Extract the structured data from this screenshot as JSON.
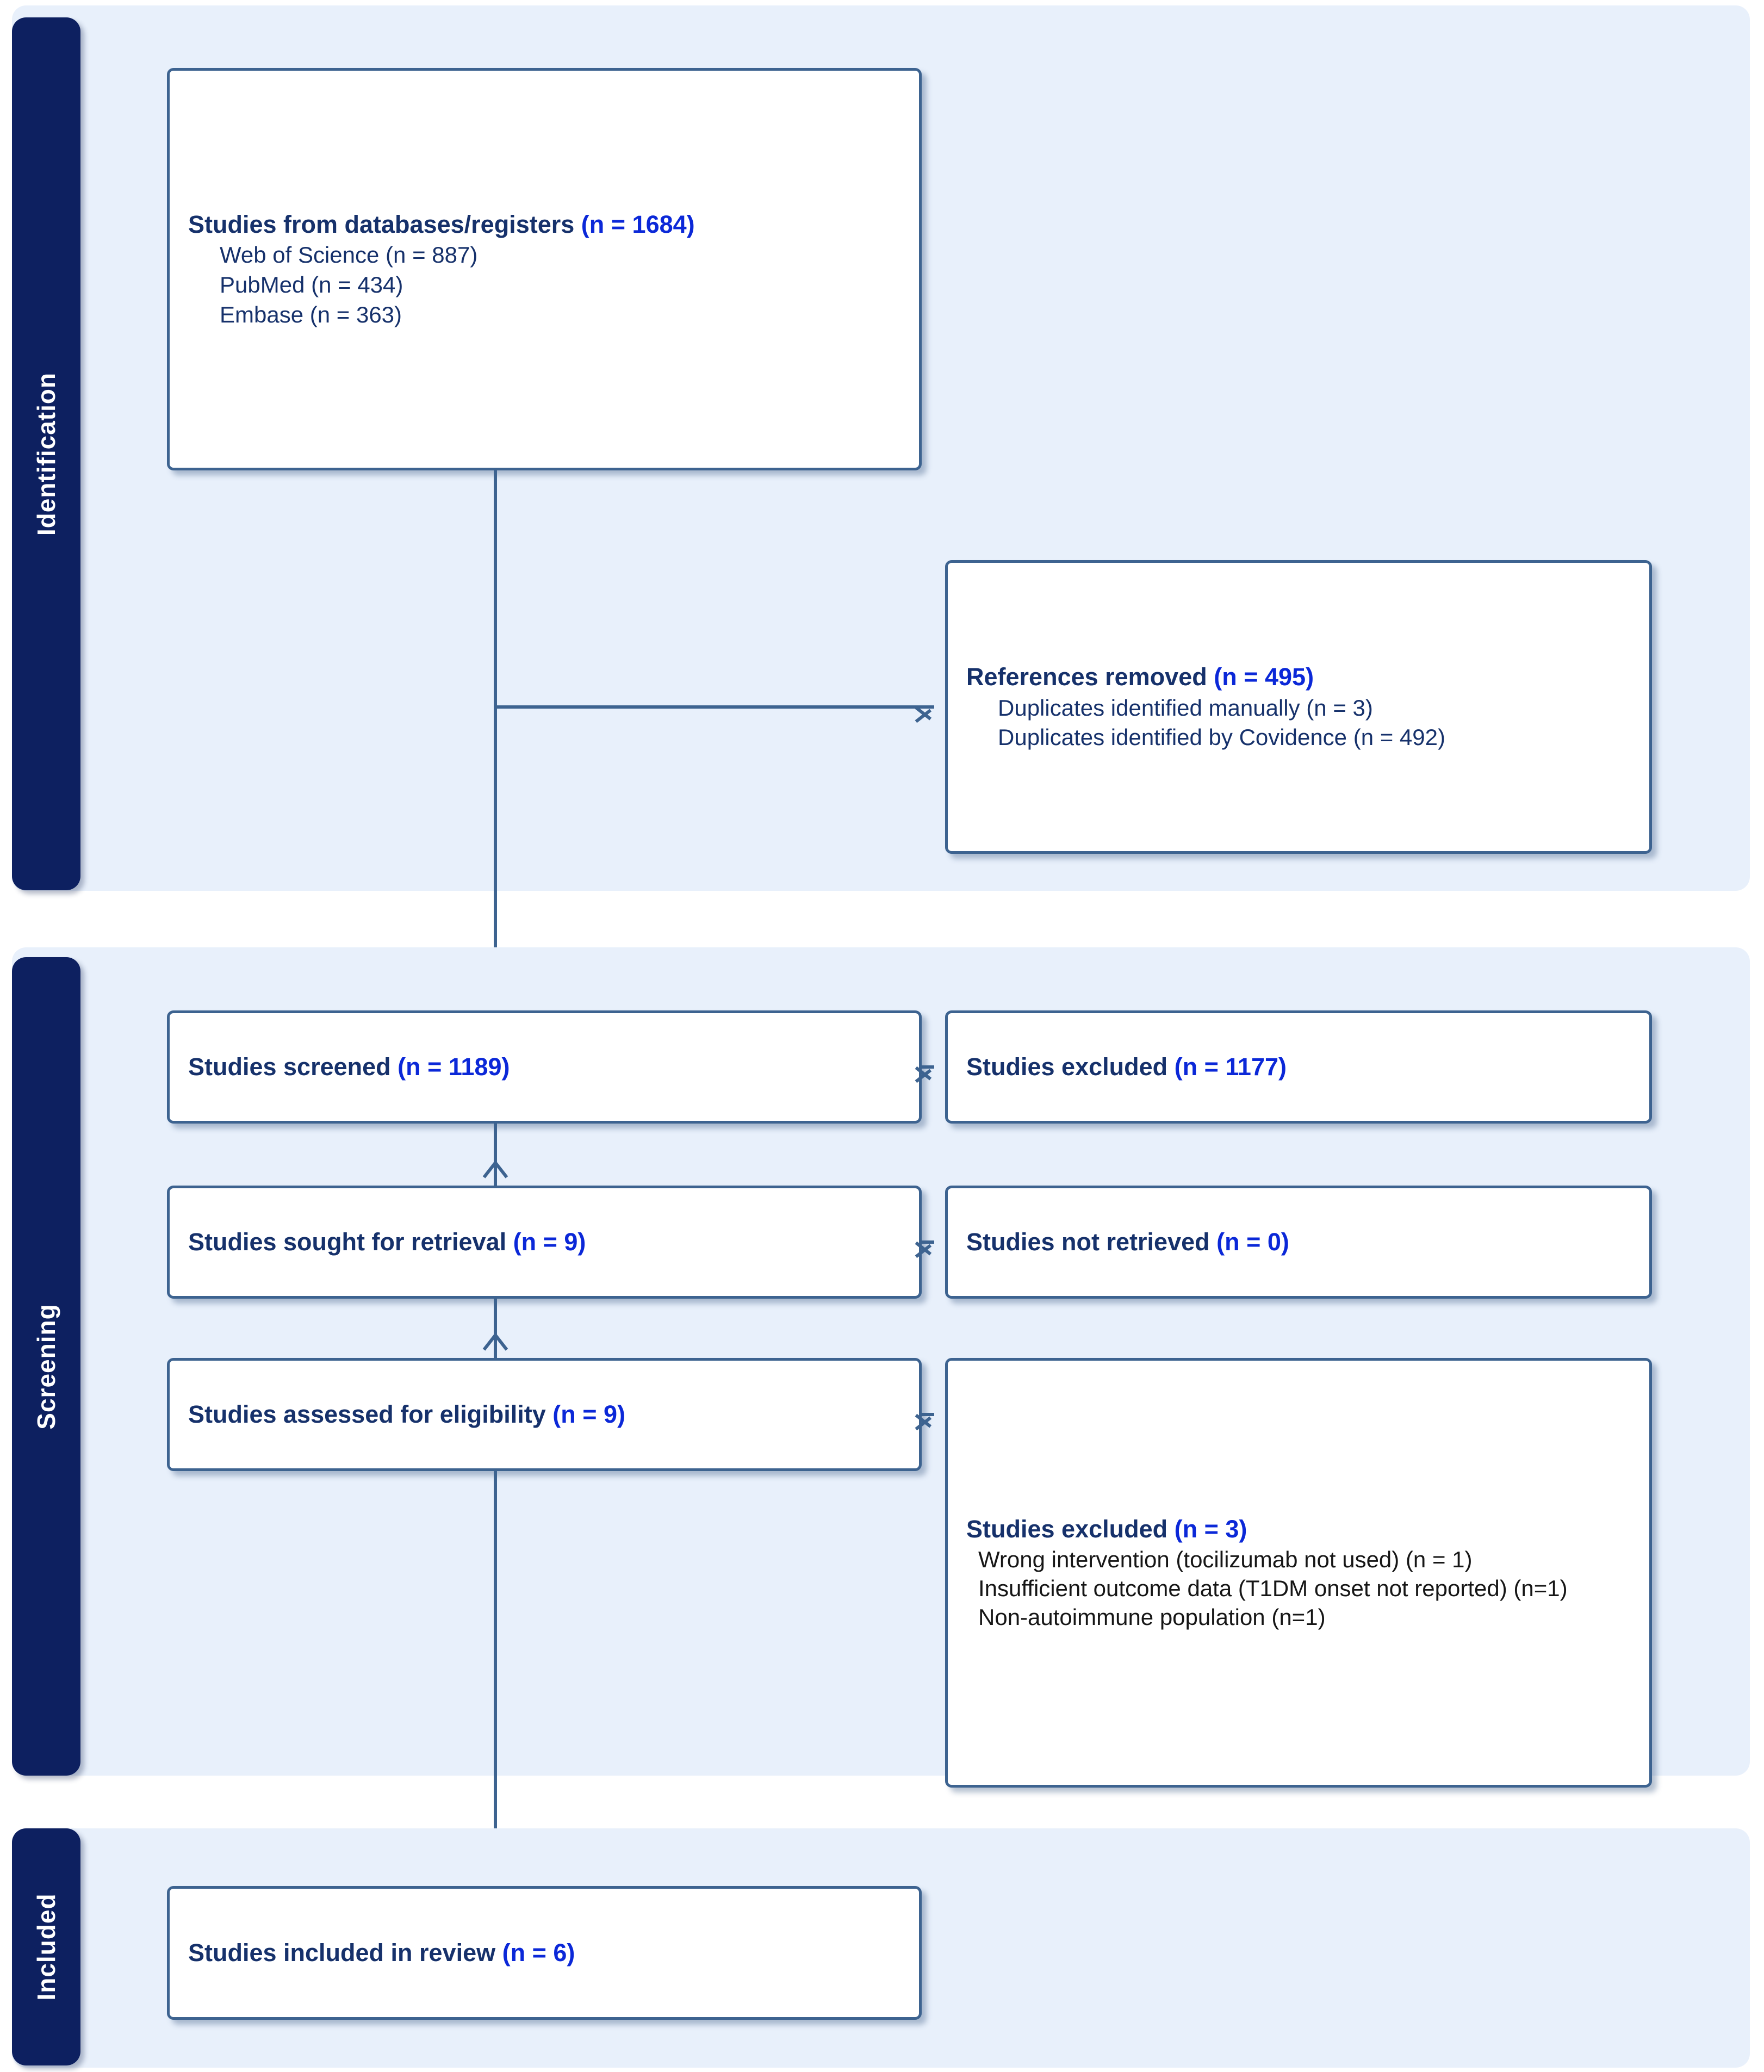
{
  "diagram": {
    "title": "PRISMA flow diagram",
    "colors": {
      "panel_background": "#e8f0fb",
      "phase_bar": "#0d2060",
      "box_border": "#3d6390",
      "text_navy": "#16316b",
      "count_blue": "#0b28d8",
      "reason_black": "#161616"
    }
  },
  "phases": [
    {
      "label": "Identification"
    },
    {
      "label": "Screening"
    },
    {
      "label": "Included"
    }
  ],
  "boxes": {
    "databases": {
      "heading_text": "Studies from databases/registers ",
      "heading_count": "(n = 1684)",
      "sources": [
        "Web of Science (n = 887)",
        "PubMed (n = 434)",
        "Embase (n = 363)"
      ]
    },
    "references_removed": {
      "heading_text": "References removed ",
      "heading_count": "(n = 495)",
      "reasons": [
        "Duplicates identified manually (n = 3)",
        "Duplicates identified by Covidence (n = 492)"
      ]
    },
    "screened": {
      "heading_text": "Studies screened ",
      "heading_count": "(n = 1189)"
    },
    "screened_excluded": {
      "heading_text": "Studies excluded ",
      "heading_count": "(n = 1177)"
    },
    "sought_retrieval": {
      "heading_text": "Studies sought for retrieval ",
      "heading_count": "(n = 9)"
    },
    "not_retrieved": {
      "heading_text": "Studies not retrieved ",
      "heading_count": "(n = 0)"
    },
    "assessed_eligibility": {
      "heading_text": "Studies assessed for eligibility ",
      "heading_count": "(n = 9)"
    },
    "eligibility_excluded": {
      "heading_text": "Studies excluded ",
      "heading_count": "(n = 3)",
      "reasons": [
        "Wrong intervention (tocilizumab not used) (n = 1)",
        "Insufficient outcome data (T1DM onset not reported) (n=1)",
        "Non-autoimmune population (n=1)"
      ]
    },
    "included_review": {
      "heading_text": "Studies included in review ",
      "heading_count": "(n = 6)"
    }
  }
}
